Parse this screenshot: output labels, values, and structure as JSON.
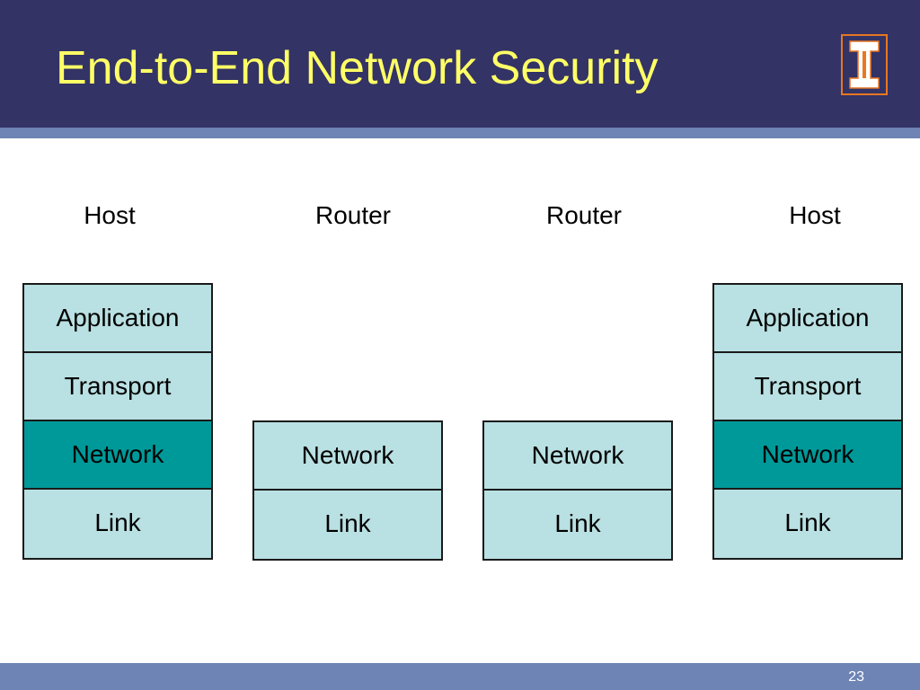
{
  "slide": {
    "title": "End-to-End Network Security",
    "page_number": "23",
    "logo_icon": "illinois-block-i-logo",
    "colors": {
      "header_background": "#333366",
      "accent_band": "#6d84b4",
      "title_text": "#ffff66",
      "layer_fill": "#b9e0e2",
      "secured_layer_fill": "#009999",
      "logo_orange": "#e87722"
    }
  },
  "diagram": {
    "nodes": [
      {
        "label": "Host",
        "layers": [
          {
            "name": "Application",
            "secured": false
          },
          {
            "name": "Transport",
            "secured": false
          },
          {
            "name": "Network",
            "secured": true
          },
          {
            "name": "Link",
            "secured": false
          }
        ]
      },
      {
        "label": "Router",
        "layers": [
          {
            "name": "Network",
            "secured": false
          },
          {
            "name": "Link",
            "secured": false
          }
        ]
      },
      {
        "label": "Router",
        "layers": [
          {
            "name": "Network",
            "secured": false
          },
          {
            "name": "Link",
            "secured": false
          }
        ]
      },
      {
        "label": "Host",
        "layers": [
          {
            "name": "Application",
            "secured": false
          },
          {
            "name": "Transport",
            "secured": false
          },
          {
            "name": "Network",
            "secured": true
          },
          {
            "name": "Link",
            "secured": false
          }
        ]
      }
    ]
  }
}
